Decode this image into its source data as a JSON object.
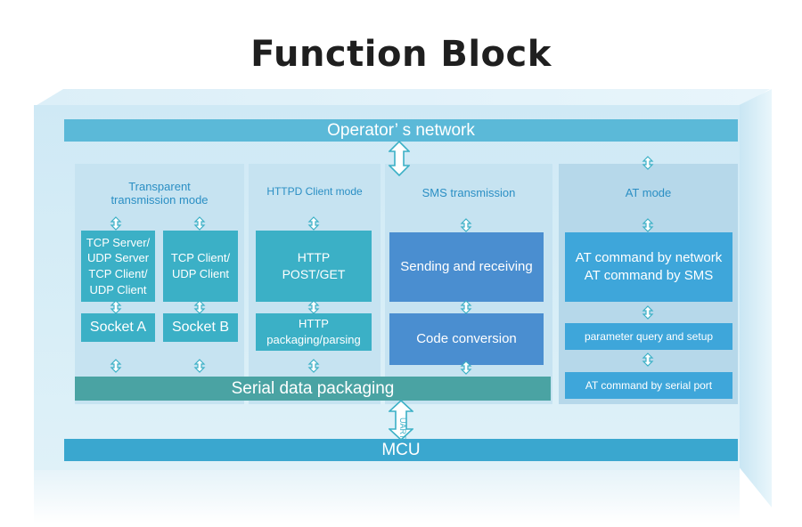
{
  "title": "Function Block",
  "operator_network": "Operator’ s network",
  "mcu": "MCU",
  "serial_data_packaging": "Serial data packaging",
  "uart_label": "UART",
  "panels": {
    "transparent": {
      "title_line1": "Transparent",
      "title_line2": "transmission mode",
      "box_a": [
        "TCP Server/",
        "UDP Server",
        "TCP Client/",
        "UDP Client"
      ],
      "box_b": [
        "TCP Client/",
        "UDP Client"
      ],
      "socket_a": "Socket A",
      "socket_b": "Socket B"
    },
    "httpd": {
      "title": "HTTPD Client mode",
      "post_get": [
        "HTTP",
        "POST/GET"
      ],
      "packaging": [
        "HTTP",
        "packaging/parsing"
      ]
    },
    "sms": {
      "title": "SMS transmission",
      "send_receive": "Sending and receiving",
      "code_conversion": "Code conversion"
    },
    "at": {
      "title": "AT mode",
      "by_network": "AT command by network",
      "by_sms": "AT command by SMS",
      "param": "parameter query and setup",
      "serial_port": "AT command by serial port"
    }
  },
  "colors": {
    "operator_bar": "#5bb9d8",
    "mcu_bar": "#3aa7cf",
    "serial_bar": "#4aa3a3",
    "teal_box": "#3bb0c6",
    "blue_box": "#4a8ed0",
    "at_box": "#3ea6da",
    "panel_title": "#2b8fc4"
  }
}
